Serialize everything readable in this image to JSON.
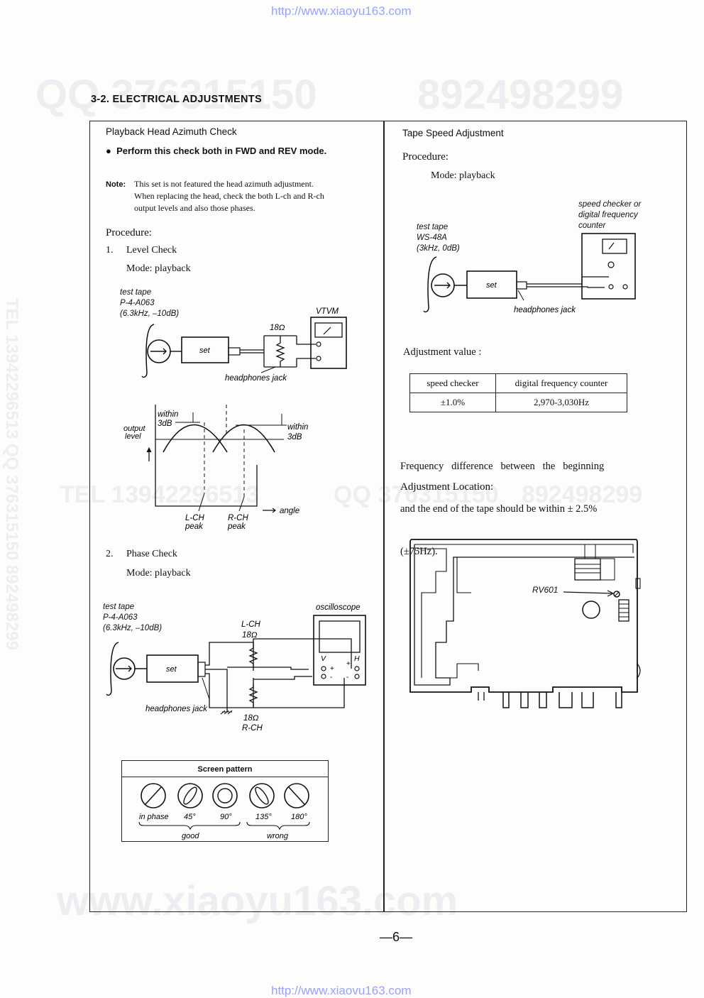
{
  "header_url": "http://www.xiaoyu163.com",
  "footer_url": "http://www.xiaovu163.com",
  "watermarks": {
    "top_qq": "QQ 376315150",
    "top_num": "892498299",
    "mid_tel": "TEL 13942296513",
    "mid_qq": "QQ 376315150",
    "mid_num": "892498299",
    "bottom": "www.xiaoyu163.com",
    "side": "TEL 13942296513  QQ 376315150  892498299"
  },
  "section_title": "3-2.  ELECTRICAL ADJUSTMENTS",
  "left": {
    "title": "Playback Head Azimuth Check",
    "bullet": "Perform this check both in FWD and REV mode.",
    "note_label": "Note:",
    "note_lines": [
      "This set is not featured the head azimuth adjustment.",
      "When replacing the head, check the both L-ch and R-ch",
      "output levels and also those phases."
    ],
    "procedure": "Procedure:",
    "step1": "1.",
    "step1_title": "Level Check",
    "step1_mode": "Mode:  playback",
    "fig1": {
      "tape_lines": [
        "test tape",
        "P-4-A063",
        "(6.3kHz, –10dB)"
      ],
      "vtvm": "VTVM",
      "resistor": "18Ω",
      "set": "set",
      "jack": "headphones jack"
    },
    "graph": {
      "within_left": "within",
      "db_left": "3dB",
      "y_label_1": "output",
      "y_label_2": "level",
      "within_right": "within",
      "db_right": "3dB",
      "lch_1": "L-CH",
      "lch_2": "peak",
      "rch_1": "R-CH",
      "rch_2": "peak",
      "angle": "angle"
    },
    "step2": "2.",
    "step2_title": "Phase Check",
    "step2_mode": "Mode:  playback",
    "fig2": {
      "tape_lines": [
        "test tape",
        "P-4-A063",
        "(6.3kHz, –10dB)"
      ],
      "scope": "oscilloscope",
      "lch": "L-CH",
      "r_top": "18Ω",
      "r_bottom": "18Ω",
      "rch": "R-CH",
      "set": "set",
      "jack": "headphones jack",
      "v": "V",
      "h": "H"
    },
    "screen": {
      "title": "Screen pattern",
      "labels": [
        "in phase",
        "45°",
        "90°",
        "135°",
        "180°"
      ],
      "good": "good",
      "wrong": "wrong"
    }
  },
  "right": {
    "title": "Tape Speed Adjustment",
    "procedure": "Procedure:",
    "mode": "Mode:   playback",
    "fig": {
      "checker_lines": [
        "speed checker or",
        "digital frequency",
        "counter"
      ],
      "tape_lines": [
        "test tape",
        "WS-48A",
        "(3kHz, 0dB)"
      ],
      "set": "set",
      "jack": "headphones jack"
    },
    "adjustment_value": "Adjustment value :",
    "table_headers": [
      "speed checker",
      "digital frequency counter"
    ],
    "table_values": [
      "±1.0%",
      "2,970-3,030Hz"
    ],
    "freq_line1": "Frequency   difference   between   the   beginning",
    "freq_line2": "and the end of the tape should be within ± 2.5%",
    "freq_line3": "(±75Hz).",
    "location": "Adjustment Location:",
    "rv": "RV601"
  },
  "page_number": "—6—"
}
